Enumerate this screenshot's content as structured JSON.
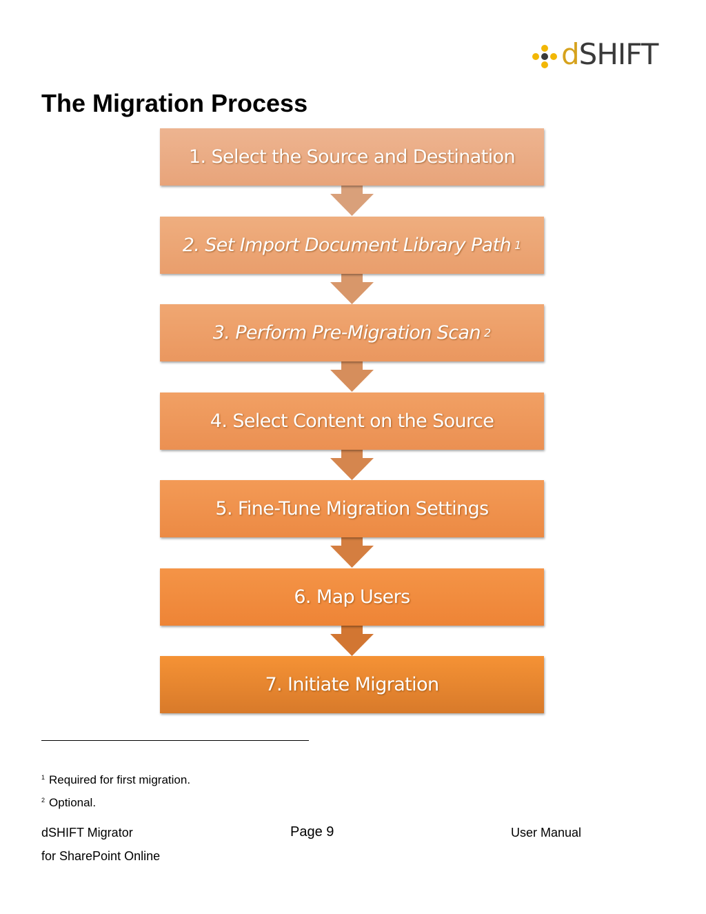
{
  "logo": {
    "letter_d": "d",
    "rest": "SHIFT",
    "colors": {
      "gold": "#f2b705",
      "gray": "#3a3a3a",
      "d": "#d6a21d"
    }
  },
  "title": "The Migration Process",
  "steps": [
    {
      "text": "1. Select the Source and Destination",
      "sup": "",
      "italic": false,
      "color_top": "#edb490",
      "color_bottom": "#e8a47a"
    },
    {
      "text": "2. Set Import Document Library Path",
      "sup": "1",
      "italic": true,
      "color_top": "#efae7f",
      "color_bottom": "#e99e6c"
    },
    {
      "text": "3. Perform Pre-Migration Scan",
      "sup": "2",
      "italic": true,
      "color_top": "#f0a772",
      "color_bottom": "#ea975f"
    },
    {
      "text": "4. Select Content on the Source",
      "sup": "",
      "italic": false,
      "color_top": "#f1a064",
      "color_bottom": "#eb9052"
    },
    {
      "text": "5. Fine-Tune Migration Settings",
      "sup": "",
      "italic": false,
      "color_top": "#f39a56",
      "color_bottom": "#ec8a44"
    },
    {
      "text": "6. Map Users",
      "sup": "",
      "italic": false,
      "color_top": "#f49447",
      "color_bottom": "#ee8436"
    },
    {
      "text": "7. Initiate Migration",
      "sup": "",
      "italic": false,
      "color_top": "#f59235",
      "color_bottom": "#d87a2a"
    }
  ],
  "arrow_colors": [
    "#d9a07a",
    "#d8976a",
    "#d68e5c",
    "#d5864e",
    "#d47e40",
    "#d27632"
  ],
  "footnotes": [
    {
      "mark": "1",
      "text": "Required for first migration."
    },
    {
      "mark": "2",
      "text": "Optional."
    }
  ],
  "footer": {
    "product_line1": "dSHIFT Migrator",
    "product_line2": "for SharePoint Online",
    "page": "Page 9",
    "doc_type": "User Manual"
  }
}
